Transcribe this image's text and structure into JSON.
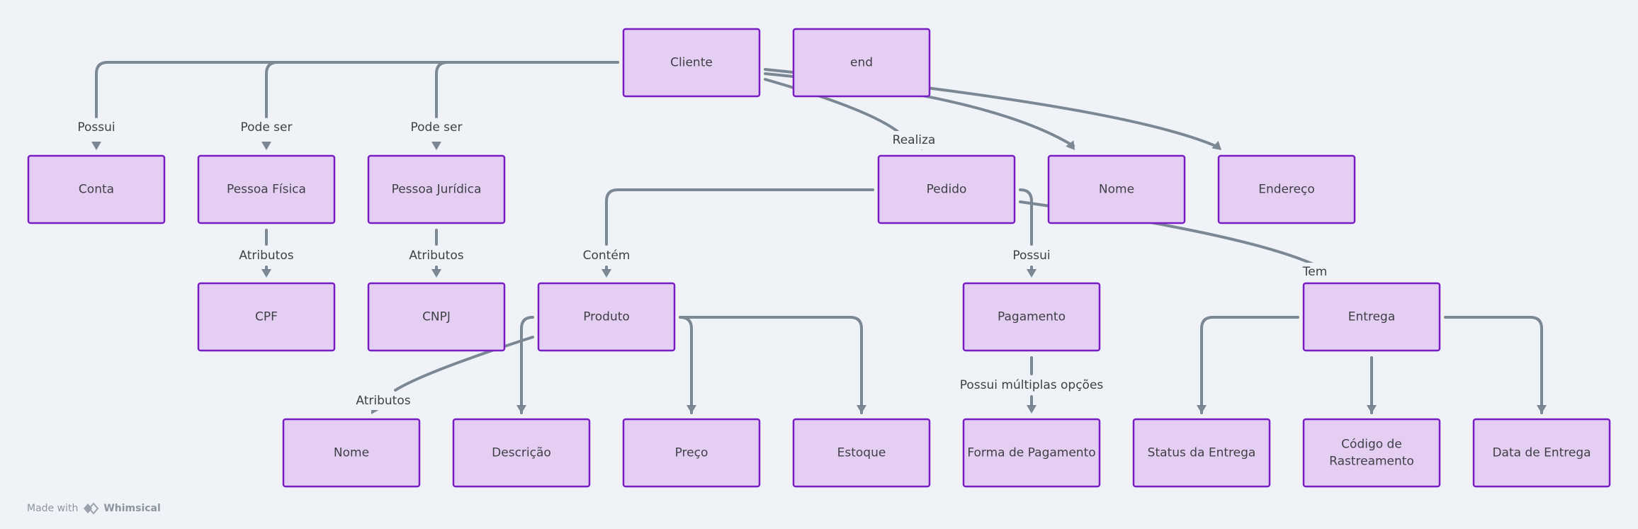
{
  "diagram": {
    "nodes": [
      {
        "id": "cliente",
        "label": "Cliente"
      },
      {
        "id": "end",
        "label": "end"
      },
      {
        "id": "conta",
        "label": "Conta"
      },
      {
        "id": "pf",
        "label": "Pessoa Física"
      },
      {
        "id": "pj",
        "label": "Pessoa Jurídica"
      },
      {
        "id": "pedido",
        "label": "Pedido"
      },
      {
        "id": "nome1",
        "label": "Nome"
      },
      {
        "id": "endereco",
        "label": "Endereço"
      },
      {
        "id": "cpf",
        "label": "CPF"
      },
      {
        "id": "cnpj",
        "label": "CNPJ"
      },
      {
        "id": "produto",
        "label": "Produto"
      },
      {
        "id": "pagamento",
        "label": "Pagamento"
      },
      {
        "id": "entrega",
        "label": "Entrega"
      },
      {
        "id": "nome2",
        "label": "Nome"
      },
      {
        "id": "descricao",
        "label": "Descrição"
      },
      {
        "id": "preco",
        "label": "Preço"
      },
      {
        "id": "estoque",
        "label": "Estoque"
      },
      {
        "id": "forma",
        "label": "Forma de Pagamento"
      },
      {
        "id": "status",
        "label": "Status da Entrega"
      },
      {
        "id": "codigo",
        "label": [
          "Código de",
          "Rastreamento"
        ]
      },
      {
        "id": "data",
        "label": "Data de Entrega"
      }
    ],
    "edges": [
      {
        "from": "cliente",
        "to": "conta",
        "label": "Possui"
      },
      {
        "from": "cliente",
        "to": "pf",
        "label": "Pode ser"
      },
      {
        "from": "cliente",
        "to": "pj",
        "label": "Pode ser"
      },
      {
        "from": "cliente",
        "to": "pedido",
        "label": "Realiza"
      },
      {
        "from": "cliente",
        "to": "nome1",
        "label": ""
      },
      {
        "from": "cliente",
        "to": "endereco",
        "label": ""
      },
      {
        "from": "pf",
        "to": "cpf",
        "label": "Atributos"
      },
      {
        "from": "pj",
        "to": "cnpj",
        "label": "Atributos"
      },
      {
        "from": "pedido",
        "to": "produto",
        "label": "Contém"
      },
      {
        "from": "pedido",
        "to": "pagamento",
        "label": "Possui"
      },
      {
        "from": "pedido",
        "to": "entrega",
        "label": "Tem"
      },
      {
        "from": "produto",
        "to": "nome2",
        "label": "Atributos"
      },
      {
        "from": "produto",
        "to": "descricao",
        "label": ""
      },
      {
        "from": "produto",
        "to": "preco",
        "label": ""
      },
      {
        "from": "produto",
        "to": "estoque",
        "label": ""
      },
      {
        "from": "pagamento",
        "to": "forma",
        "label": "Possui múltiplas opções"
      },
      {
        "from": "entrega",
        "to": "status",
        "label": ""
      },
      {
        "from": "entrega",
        "to": "codigo",
        "label": ""
      },
      {
        "from": "entrega",
        "to": "data",
        "label": ""
      }
    ]
  },
  "watermark": {
    "prefix": "Made with",
    "brand": "Whimsical"
  },
  "colors": {
    "node_fill": "#e4cff3",
    "node_border": "#7a1cc6",
    "edge": "#7b8894",
    "background": "#eff3f7"
  }
}
